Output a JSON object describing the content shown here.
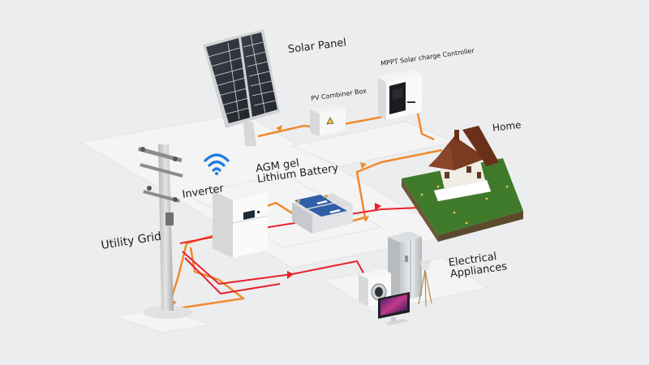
{
  "labels": {
    "solar_panel": "Solar Panel",
    "pv_combiner_box": "PV Combiner Box",
    "mppt_controller": "MPPT Solar charge Controller",
    "home": "Home",
    "inverter": "Inverter",
    "battery_line1": "AGM gel",
    "battery_line2": "Lithium Battery",
    "utility_grid": "Utility Grid",
    "appliances_line1": "Electrical",
    "appliances_line2": "Appliances"
  },
  "colors": {
    "dc_line": "#f08a2c",
    "ac_line": "#e8222a",
    "background": "#ecedee",
    "platform": "#f4f4f5",
    "battery_blue": "#2f5fa6",
    "roof_brown": "#7a3b22",
    "grass": "#3f7a2a"
  },
  "icons": [
    "wifi-icon",
    "warning-icon",
    "flame-icon",
    "wave-icon"
  ]
}
